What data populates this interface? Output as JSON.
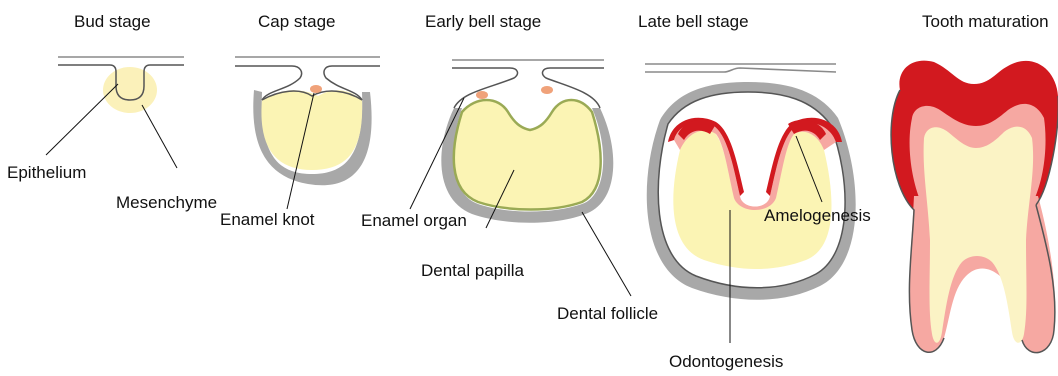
{
  "stages": [
    {
      "title": "Bud stage"
    },
    {
      "title": "Cap stage"
    },
    {
      "title": "Early bell stage"
    },
    {
      "title": "Late bell stage"
    },
    {
      "title": "Tooth maturation"
    }
  ],
  "labels": {
    "epithelium": "Epithelium",
    "mesenchyme": "Mesenchyme",
    "enamel_knot": "Enamel knot",
    "enamel_organ": "Enamel organ",
    "dental_papilla": "Dental papilla",
    "dental_follicle": "Dental follicle",
    "amelogenesis": "Amelogenesis",
    "odontogenesis": "Odontogenesis"
  },
  "colors": {
    "enamel": "#d2191f",
    "dentin": "#f6a8a2",
    "papilla": "#fbf4b4",
    "follicle": "#a8a8a8",
    "enamel_knot": "#f0a27a"
  }
}
